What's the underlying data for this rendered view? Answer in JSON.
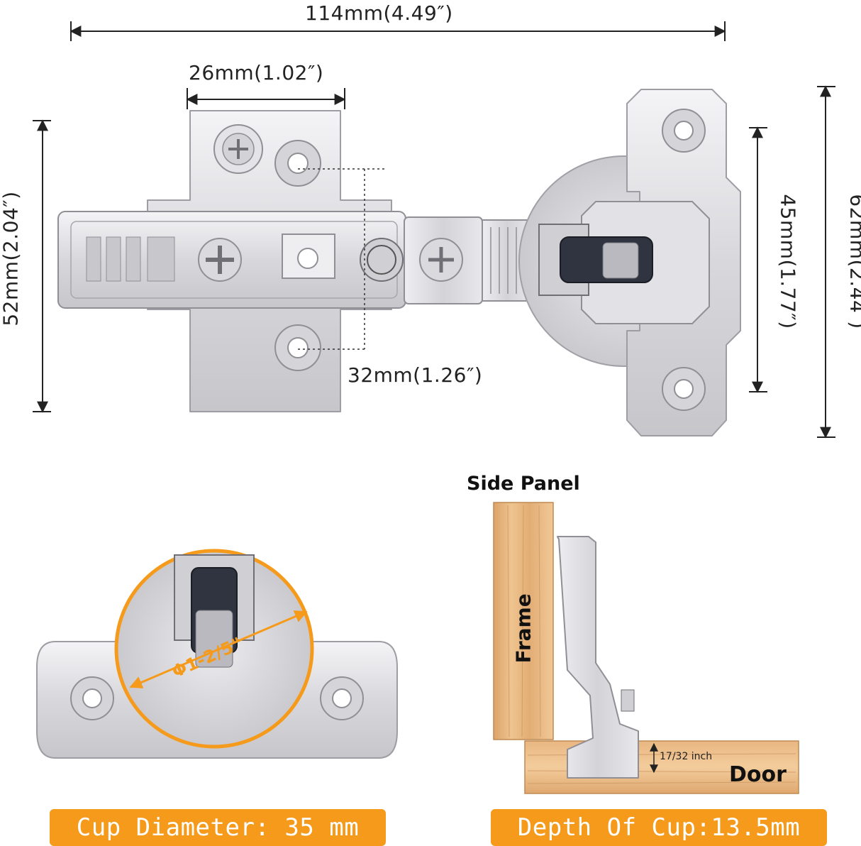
{
  "dimensions": {
    "overall_length": "114mm(4.49″)",
    "plate_width": "26mm(1.02″)",
    "plate_height": "52mm(2.04″)",
    "hole_spacing": "32mm(1.26″)",
    "cup_plate_holes": "45mm(1.77″)",
    "cup_plate_height": "62mm(2.44″)"
  },
  "cup_detail": {
    "diameter_annotation": "Φ1-2/5\""
  },
  "installation": {
    "heading": "Side Panel",
    "frame_label": "Frame",
    "door_label": "Door",
    "depth_annotation": "17/32 inch"
  },
  "banners": {
    "cup_diameter": "Cup Diameter: 35 mm",
    "cup_depth": "Depth Of Cup:13.5mm"
  },
  "colors": {
    "accent_orange": "#f59a1a",
    "metal": "#dcdcde",
    "wood": "#e6b27a"
  }
}
